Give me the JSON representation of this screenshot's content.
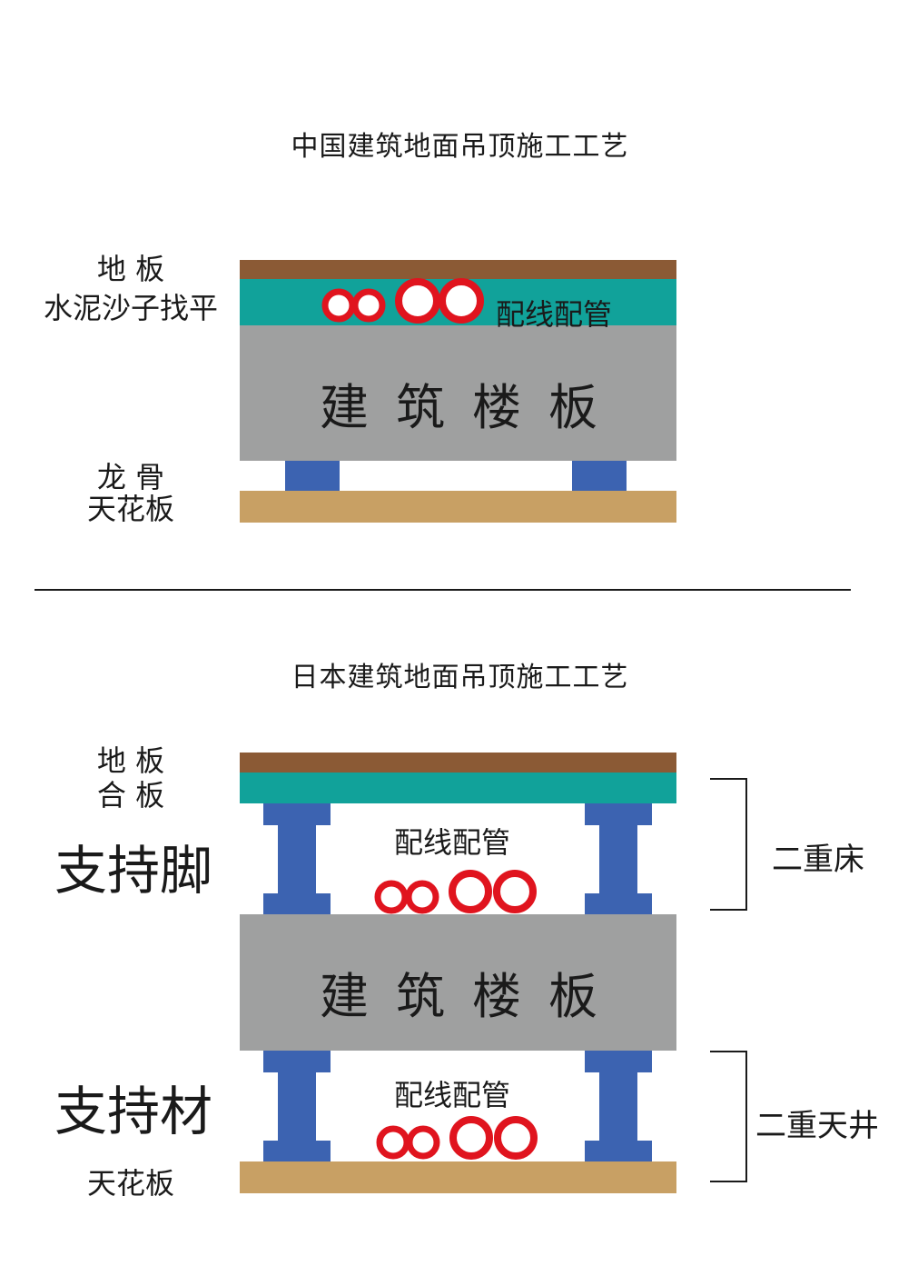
{
  "colors": {
    "floor_board": "#8b5a35",
    "mortar": "#11a29a",
    "slab": "#9fa0a0",
    "support": "#3c63b1",
    "ceiling": "#c8a064",
    "pipe": "#e0141e"
  },
  "china": {
    "title": "中国建筑地面吊顶施工工艺",
    "label_floor": "地 板",
    "label_mortar": "水泥沙子找平",
    "label_keel": "龙 骨",
    "label_ceiling": "天花板",
    "pipe_label": "配线配管",
    "slab_label": "建筑楼板"
  },
  "japan": {
    "title": "日本建筑地面吊顶施工工艺",
    "label_floor": "地 板",
    "label_plywood": "合 板",
    "label_support_legs": "支持脚",
    "label_support_material": "支持材",
    "label_ceiling": "天花板",
    "pipe_label_upper": "配线配管",
    "pipe_label_lower": "配线配管",
    "slab_label": "建筑楼板",
    "bracket_upper": "二重床",
    "bracket_lower": "二重天井"
  }
}
